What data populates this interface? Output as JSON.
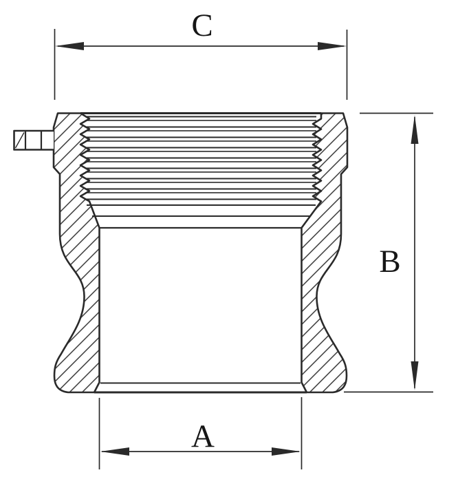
{
  "drawing": {
    "description": "Cross-section technical drawing of a camlock type-A adapter fitting with female threaded top, cam-groove spigot body and three dimension callouts",
    "background_color": "#ffffff",
    "line_color": "#2a2a2a",
    "label_color": "#161616",
    "dimensions": {
      "top_width": {
        "label": "C"
      },
      "height": {
        "label": "B"
      },
      "bottom_width": {
        "label": "A"
      }
    }
  }
}
